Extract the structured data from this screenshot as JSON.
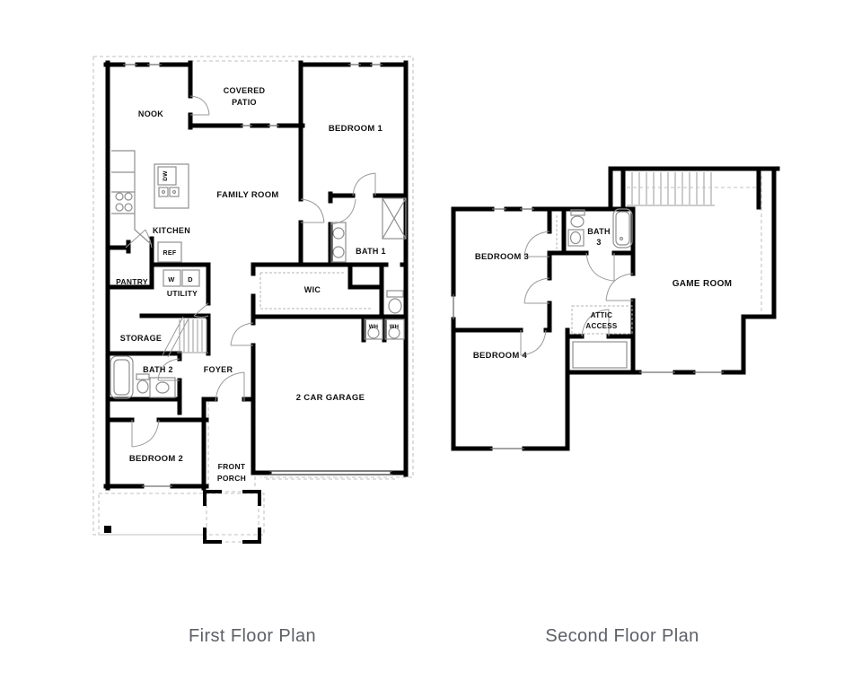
{
  "colors": {
    "background": "#ffffff",
    "wall": "#000000",
    "fixture_line": "#8f8f8f",
    "dashed_roofline": "#c2c2c2",
    "label_text": "#111111",
    "caption_text": "#5d6167"
  },
  "captions": {
    "first": "First Floor Plan",
    "second": "Second Floor Plan"
  },
  "first_floor": {
    "labels": {
      "nook": "NOOK",
      "covered_patio_line1": "COVERED",
      "covered_patio_line2": "PATIO",
      "bedroom1": "BEDROOM 1",
      "family_room": "FAMILY ROOM",
      "kitchen": "KITCHEN",
      "dishwasher": "DW",
      "refrigerator": "REF",
      "pantry": "PANTRY",
      "washer": "W",
      "dryer": "D",
      "utility": "UTILITY",
      "bath1": "BATH 1",
      "wic": "WIC",
      "storage": "STORAGE",
      "water_heater_1": "WH",
      "water_heater_2": "WH",
      "bath2": "BATH 2",
      "foyer": "FOYER",
      "garage": "2 CAR GARAGE",
      "bedroom2": "BEDROOM 2",
      "front_porch_line1": "FRONT",
      "front_porch_line2": "PORCH"
    }
  },
  "second_floor": {
    "labels": {
      "bedroom3": "BEDROOM 3",
      "bath3_line1": "BATH",
      "bath3_line2": "3",
      "game_room": "GAME ROOM",
      "attic_line1": "ATTIC",
      "attic_line2": "ACCESS",
      "bedroom4": "BEDROOM 4"
    }
  }
}
